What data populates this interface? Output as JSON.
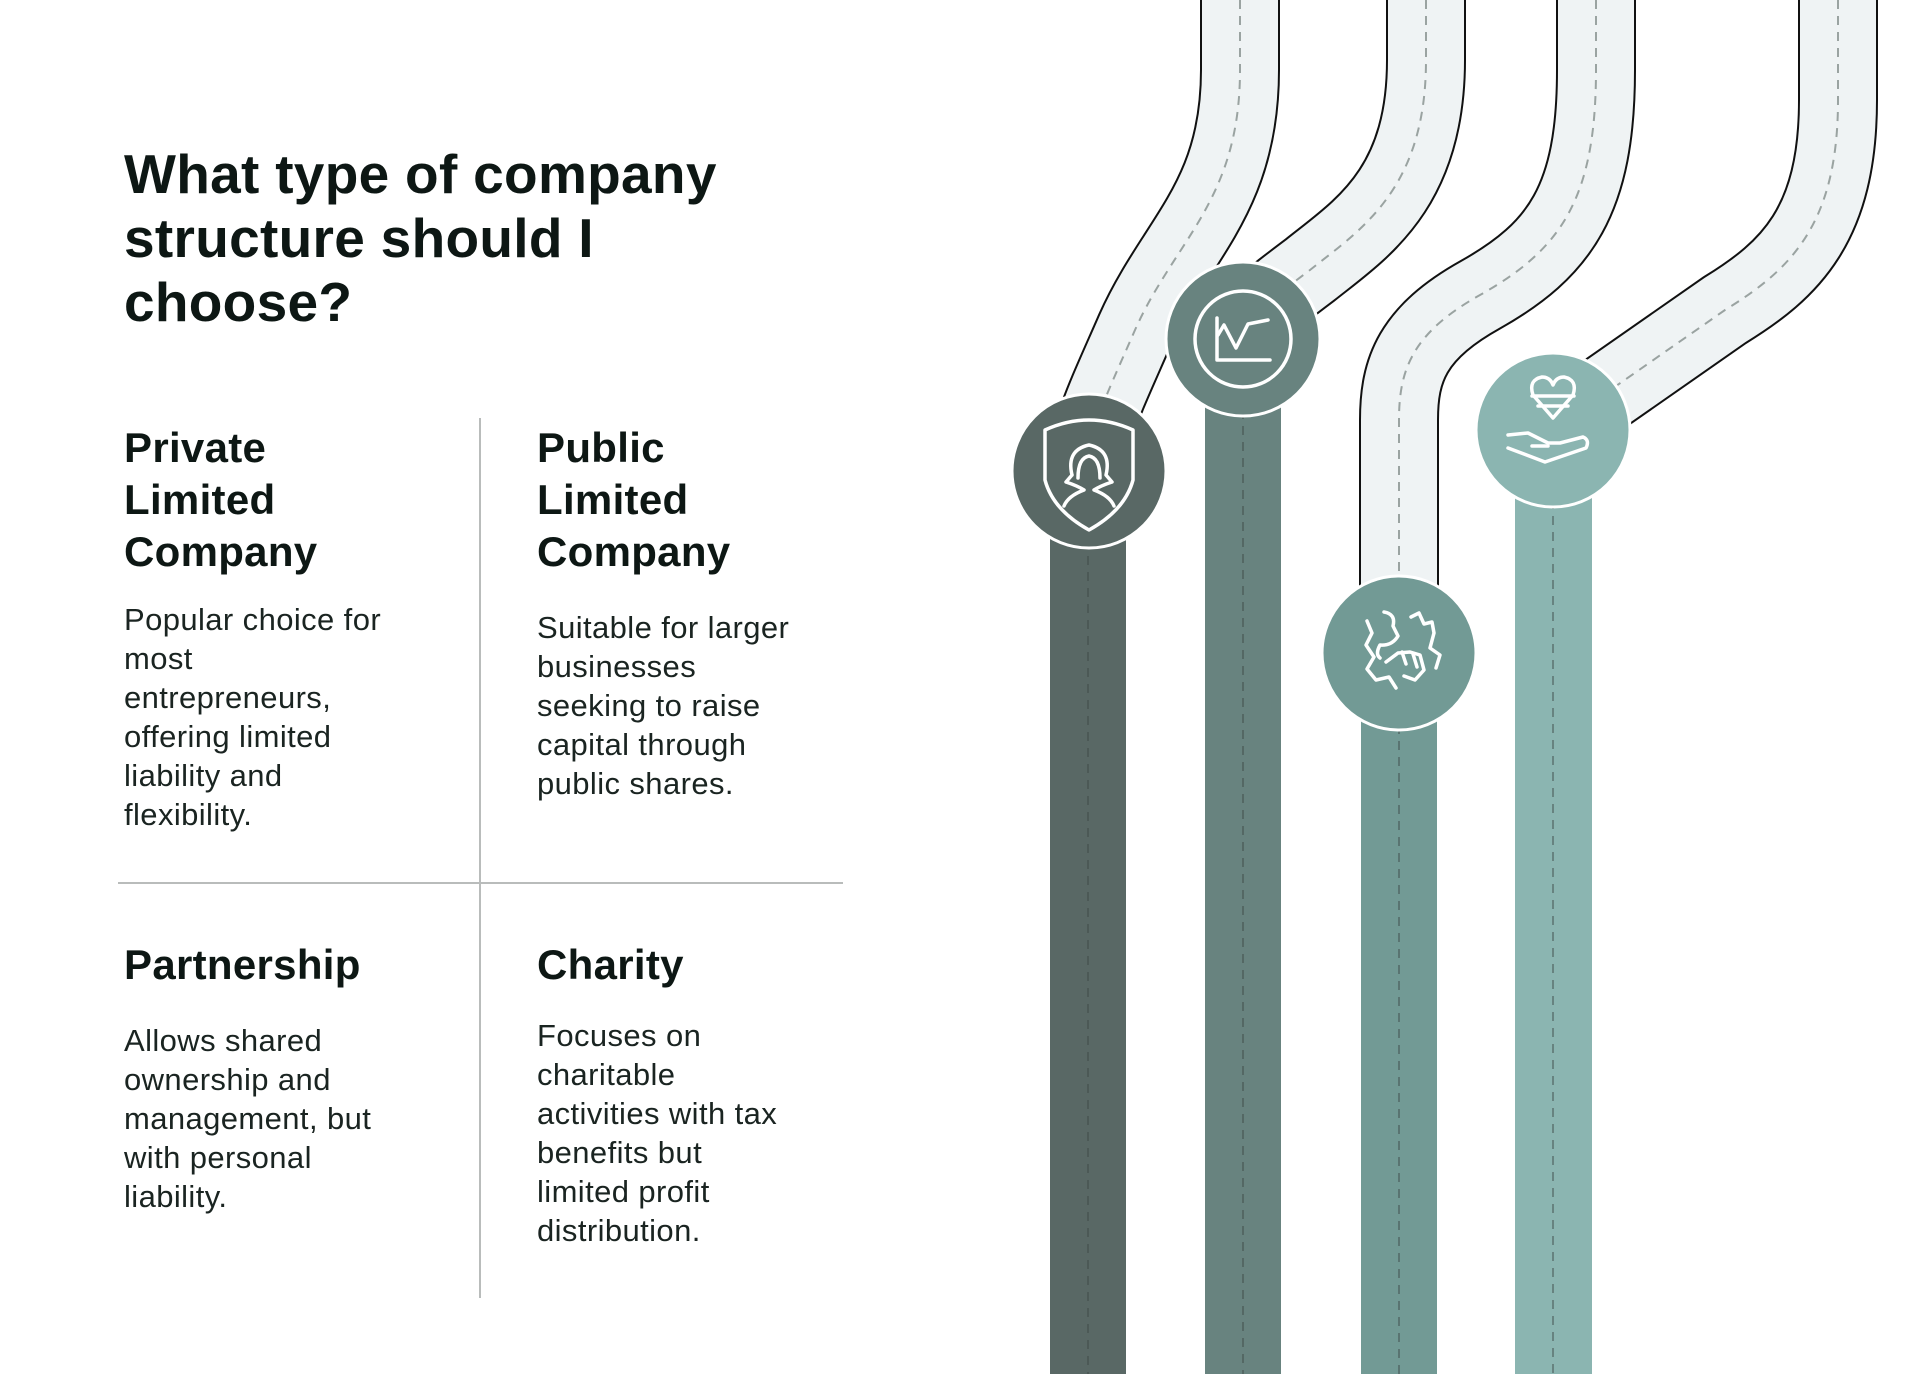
{
  "title": {
    "lines": [
      "What type of company",
      "structure should I",
      "choose?"
    ]
  },
  "options": [
    {
      "heading": [
        "Private",
        "Limited",
        "Company"
      ],
      "body": [
        "Popular choice for",
        "most",
        "entrepreneurs,",
        "offering limited",
        "liability and",
        "flexibility."
      ],
      "icon": "shield-person-icon",
      "color": "#596865"
    },
    {
      "heading": [
        "Public",
        "Limited",
        "Company"
      ],
      "body": [
        "Suitable for larger",
        "businesses",
        "seeking to raise",
        "capital through",
        "public shares."
      ],
      "icon": "line-chart-icon",
      "color": "#68837f"
    },
    {
      "heading": [
        "Partnership"
      ],
      "body": [
        "Allows shared",
        "ownership and",
        "management, but",
        "with personal",
        "liability."
      ],
      "icon": "handshake-icon",
      "color": "#729a95"
    },
    {
      "heading": [
        "Charity"
      ],
      "body": [
        "Focuses on",
        "charitable",
        "activities with tax",
        "benefits but",
        "limited profit",
        "distribution."
      ],
      "icon": "heart-hand-icon",
      "color": "#8bb5b1"
    }
  ],
  "colors": {
    "road": "#eff3f4",
    "road_edge": "#111111",
    "text": "#0d1714",
    "divider": "#b9bcbb"
  }
}
